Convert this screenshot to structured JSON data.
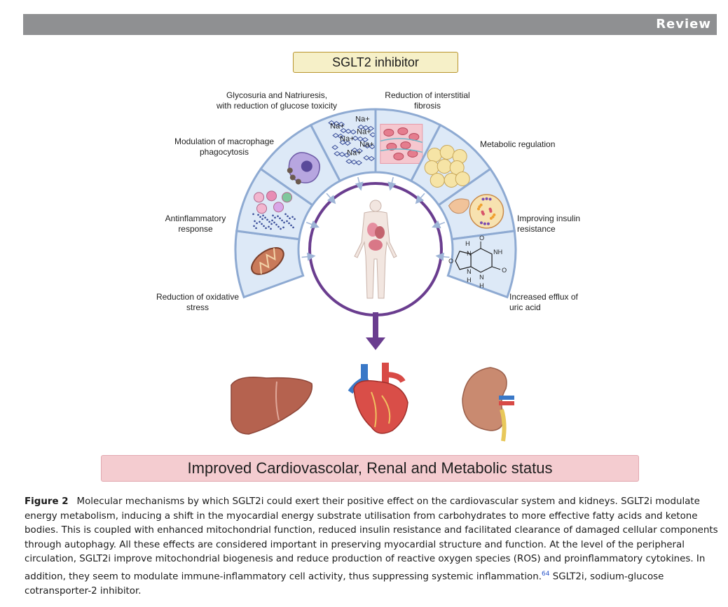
{
  "header": {
    "label": "Review"
  },
  "figure": {
    "title": "SGLT2 inhibitor",
    "mechanisms": [
      {
        "lines": [
          "Reduction of oxidative",
          "stress"
        ],
        "icon": "mitochondrion-icon"
      },
      {
        "lines": [
          "Antinflammatory",
          "response"
        ],
        "icon": "immune-cells-icon"
      },
      {
        "lines": [
          "Modulation of macrophage",
          "phagocytosis"
        ],
        "icon": "macrophage-icon"
      },
      {
        "lines": [
          "Glycosuria and Natriuresis,",
          "with reduction of glucose toxicity"
        ],
        "icon": "glucose-sodium-icon"
      },
      {
        "lines": [
          "Reduction of interstitial",
          "fibrosis"
        ],
        "icon": "fibrosis-tissue-icon"
      },
      {
        "lines": [
          "Metabolic regulation"
        ],
        "icon": "adipocytes-icon"
      },
      {
        "lines": [
          "Improving insulin",
          "resistance"
        ],
        "icon": "pancreas-islet-icon"
      },
      {
        "lines": [
          "Increased efflux of",
          "uric acid"
        ],
        "icon": "uric-acid-molecule-icon"
      }
    ],
    "sodium_label": "Na+",
    "uric_acid_atoms": {
      "hydrogen": "H",
      "nitrogen": "N",
      "oxygen": "O",
      "nh": "NH"
    },
    "center_icon": "human-body-icon",
    "organs": [
      "liver-icon",
      "heart-icon",
      "kidney-icon"
    ],
    "outcome": "Improved Cardiovascolar, Renal and Metabolic status",
    "colors": {
      "ring_fill": "#dde9f7",
      "ring_stroke": "#8eaad2",
      "center_ring": "#6a3d8f",
      "arrow": "#6a3d8f",
      "outcome_bg": "#f4ccd0",
      "title_bg": "#f6f0c8"
    }
  },
  "caption": {
    "label": "Figure 2",
    "text": "Molecular mechanisms by which SGLT2i could exert their positive effect on the cardiovascular system and kidneys. SGLT2i modulate energy metabolism, inducing a shift in the myocardial energy substrate utilisation from carbohydrates to more effective fatty acids and ketone bodies. This is coupled with enhanced mitochondrial function, reduced insulin resistance and facilitated clearance of damaged cellular components through autophagy. All these effects are considered important in preserving myocardial structure and function. At the level of the peripheral circulation, SGLT2i improve mitochondrial biogenesis and reduce production of reactive oxygen species (ROS) and proinflammatory cytokines. In addition, they seem to modulate immune-inflammatory cell activity, thus suppressing systemic inflammation.",
    "ref": "64",
    "tail": " SGLT2i, sodium-glucose cotransporter-2 inhibitor."
  }
}
